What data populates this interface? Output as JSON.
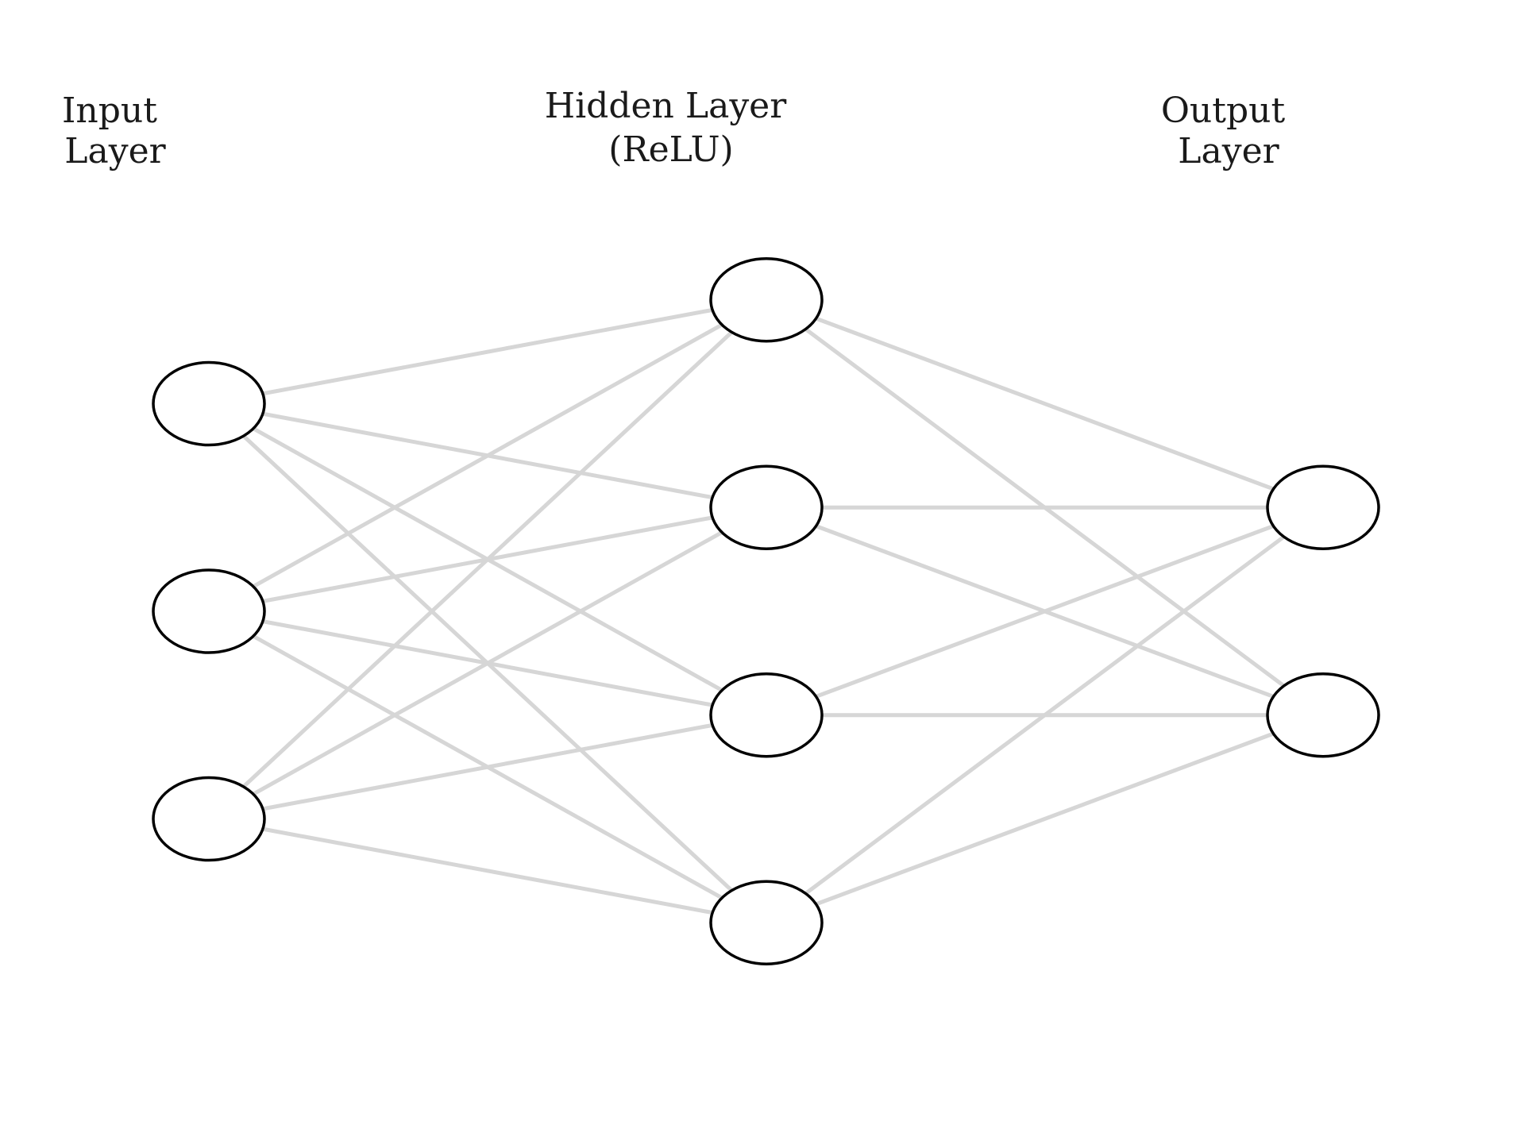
{
  "diagram": {
    "type": "neural-network",
    "layers": [
      {
        "id": "input",
        "title_lines": [
          "Input",
          "Layer"
        ],
        "node_count": 3
      },
      {
        "id": "hidden",
        "title_lines": [
          "Hidden Layer",
          "(ReLU)"
        ],
        "node_count": 4
      },
      {
        "id": "output",
        "title_lines": [
          "Output",
          "Layer"
        ],
        "node_count": 2
      }
    ],
    "connectivity": "fully-connected",
    "colors": {
      "edge": "#d6d6d6",
      "node_stroke": "#000000",
      "node_fill": "#ffffff",
      "text": "#1a1a1a",
      "background": "#ffffff"
    }
  }
}
